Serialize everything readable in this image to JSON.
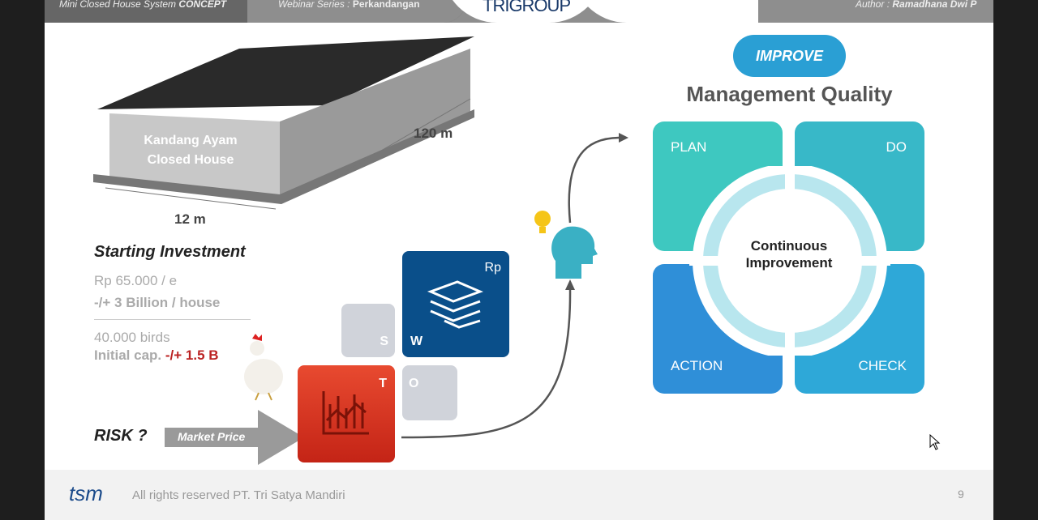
{
  "header": {
    "left_title": "Mini Closed House System",
    "left_title_bold": "CONCEPT",
    "series_label": "Webinar Series :",
    "series_value": "Perkandangan",
    "logo": "TRIGROUP",
    "author_label": "Author :",
    "author_value": "Ramadhana Dwi P"
  },
  "building": {
    "label_line1": "Kandang Ayam",
    "label_line2": "Closed House",
    "length": "120 m",
    "width": "12 m"
  },
  "investment": {
    "title": "Starting Investment",
    "price": "Rp 65.000 / e",
    "total": "-/+ 3 Billion / house",
    "birds": "40.000 birds",
    "initial_cap_label": "Initial cap.",
    "initial_cap_value": "-/+ 1.5 B"
  },
  "risk": {
    "label": "RISK ?",
    "arrow_label": "Market Price"
  },
  "swot": {
    "s": "S",
    "w": "W",
    "o": "O",
    "t": "T",
    "currency": "Rp"
  },
  "improve": {
    "badge": "IMPROVE",
    "title": "Management Quality",
    "plan": "PLAN",
    "do": "DO",
    "action": "ACTION",
    "check": "CHECK",
    "center_line1": "Continuous",
    "center_line2": "Improvement"
  },
  "footer": {
    "logo": "tsm",
    "copyright": "All rights reserved PT. Tri Satya Mandiri",
    "page": "9"
  },
  "colors": {
    "teal": "#3ec8c0",
    "blue": "#2f8fd8",
    "red": "#d8321e",
    "navy": "#0a4f8a",
    "improve_badge": "#2a9fd4"
  }
}
